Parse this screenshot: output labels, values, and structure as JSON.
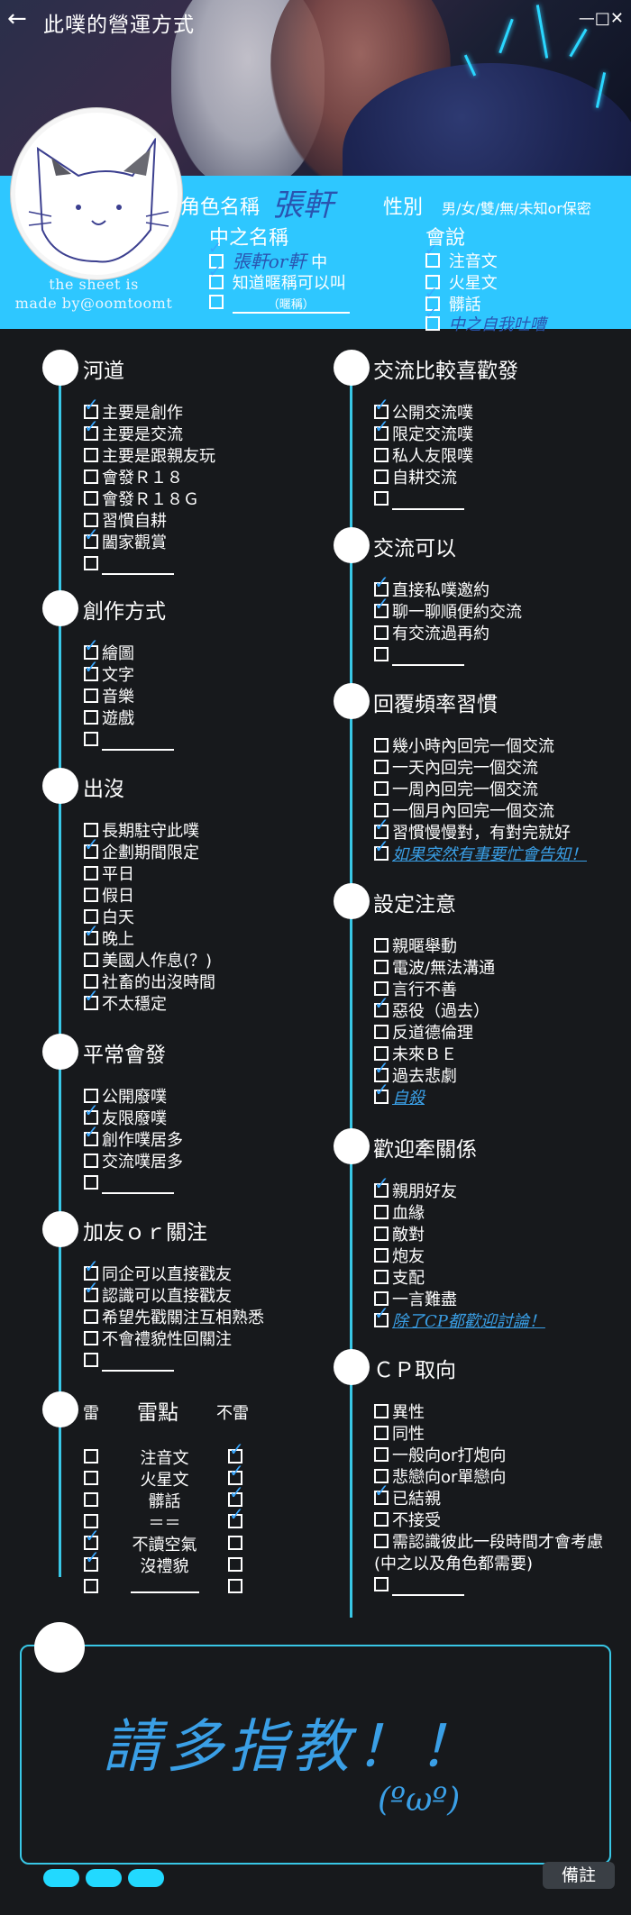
{
  "window": {
    "title": "此噗的營運方式",
    "controls": "—□✕",
    "back": "←"
  },
  "profile": {
    "name_label": "角色名稱",
    "name_value": "張軒",
    "gender_label": "性別",
    "gender_options": "男/女/雙/無/未知or保密",
    "alias_label": "中之名稱",
    "alias_rows": [
      {
        "text": "張軒or軒",
        "suffix": "中",
        "checked": true
      },
      {
        "text": "知道暱稱可以叫",
        "checked": true
      },
      {
        "text": "（暱稱）",
        "checked": false
      }
    ],
    "speak_label": "會說",
    "speak_rows": [
      {
        "text": "注音文",
        "checked": true
      },
      {
        "text": "火星文",
        "checked": false
      },
      {
        "text": "髒話",
        "checked": true
      },
      {
        "text": "中之自我吐嘈",
        "checked": true
      }
    ],
    "credit": [
      "the sheet is",
      "made by@oomtoomt"
    ]
  },
  "sections": {
    "river": {
      "title": "河道",
      "items": [
        {
          "t": "主要是創作",
          "c": true
        },
        {
          "t": "主要是交流",
          "c": true
        },
        {
          "t": "主要是跟親友玩",
          "c": false
        },
        {
          "t": "會發Ｒ１８",
          "c": false
        },
        {
          "t": "會發Ｒ１８Ｇ",
          "c": false
        },
        {
          "t": "習慣自耕",
          "c": false
        },
        {
          "t": "闔家觀賞",
          "c": true
        },
        {
          "t": "",
          "c": false
        }
      ]
    },
    "create": {
      "title": "創作方式",
      "items": [
        {
          "t": "繪圖",
          "c": true
        },
        {
          "t": "文字",
          "c": true
        },
        {
          "t": "音樂",
          "c": false
        },
        {
          "t": "遊戲",
          "c": false
        },
        {
          "t": "",
          "c": false
        }
      ]
    },
    "appear": {
      "title": "出沒",
      "items": [
        {
          "t": "長期駐守此噗",
          "c": false
        },
        {
          "t": "企劃期間限定",
          "c": true
        },
        {
          "t": "平日",
          "c": false
        },
        {
          "t": "假日",
          "c": false
        },
        {
          "t": "白天",
          "c": false
        },
        {
          "t": "晚上",
          "c": true
        },
        {
          "t": "美國人作息(？)",
          "c": false
        },
        {
          "t": "社畜的出沒時間",
          "c": false
        },
        {
          "t": "不太穩定",
          "c": true
        }
      ]
    },
    "usual": {
      "title": "平常會發",
      "items": [
        {
          "t": "公開廢噗",
          "c": false
        },
        {
          "t": "友限廢噗",
          "c": true
        },
        {
          "t": "創作噗居多",
          "c": true
        },
        {
          "t": "交流噗居多",
          "c": false
        },
        {
          "t": "",
          "c": false
        }
      ]
    },
    "follow": {
      "title": "加友ｏｒ關注",
      "items": [
        {
          "t": "同企可以直接戳友",
          "c": true
        },
        {
          "t": "認識可以直接戳友",
          "c": true
        },
        {
          "t": "希望先戳關注互相熟悉",
          "c": false
        },
        {
          "t": "不會禮貌性回關注",
          "c": false
        },
        {
          "t": "",
          "c": false
        }
      ]
    },
    "mine": {
      "left": "雷",
      "title": "雷點",
      "right": "不雷",
      "rows": [
        {
          "t": "注音文",
          "l": false,
          "r": true
        },
        {
          "t": "火星文",
          "l": false,
          "r": true
        },
        {
          "t": "髒話",
          "l": false,
          "r": true
        },
        {
          "t": "＝＝",
          "l": false,
          "r": true
        },
        {
          "t": "不讀空氣",
          "l": true,
          "r": false
        },
        {
          "t": "沒禮貌",
          "l": true,
          "r": false
        },
        {
          "t": "",
          "l": false,
          "r": false
        }
      ]
    },
    "chat_pref": {
      "title": "交流比較喜歡發",
      "items": [
        {
          "t": "公開交流噗",
          "c": true
        },
        {
          "t": "限定交流噗",
          "c": true
        },
        {
          "t": "私人友限噗",
          "c": false
        },
        {
          "t": "自耕交流",
          "c": false
        },
        {
          "t": "",
          "c": false
        }
      ]
    },
    "chat_ok": {
      "title": "交流可以",
      "items": [
        {
          "t": "直接私噗邀約",
          "c": true
        },
        {
          "t": "聊一聊順便約交流",
          "c": true
        },
        {
          "t": "有交流過再約",
          "c": false
        },
        {
          "t": "",
          "c": false
        }
      ]
    },
    "reply": {
      "title": "回覆頻率習慣",
      "items": [
        {
          "t": "幾小時內回完一個交流",
          "c": false
        },
        {
          "t": "一天內回完一個交流",
          "c": false
        },
        {
          "t": "一周內回完一個交流",
          "c": false
        },
        {
          "t": "一個月內回完一個交流",
          "c": false
        },
        {
          "t": "習慣慢慢對，有對完就好",
          "c": true
        },
        {
          "t": "如果突然有事要忙會告知！",
          "c": true,
          "hand": true
        }
      ]
    },
    "setting": {
      "title": "設定注意",
      "items": [
        {
          "t": "親暱舉動",
          "c": false
        },
        {
          "t": "電波/無法溝通",
          "c": false
        },
        {
          "t": "言行不善",
          "c": false
        },
        {
          "t": "惡役（過去）",
          "c": true
        },
        {
          "t": "反道德倫理",
          "c": false
        },
        {
          "t": "未來ＢＥ",
          "c": false
        },
        {
          "t": "過去悲劇",
          "c": true
        },
        {
          "t": "自殺",
          "c": true,
          "hand": true
        }
      ]
    },
    "bond": {
      "title": "歡迎牽關係",
      "items": [
        {
          "t": "親朋好友",
          "c": true
        },
        {
          "t": "血緣",
          "c": false
        },
        {
          "t": "敵對",
          "c": false
        },
        {
          "t": "炮友",
          "c": false
        },
        {
          "t": "支配",
          "c": false
        },
        {
          "t": "一言難盡",
          "c": false
        },
        {
          "t": "除了CP都歡迎討論！",
          "c": true,
          "hand": true
        }
      ]
    },
    "cp": {
      "title": "ＣＰ取向",
      "items": [
        {
          "t": "異性",
          "c": false
        },
        {
          "t": "同性",
          "c": false
        },
        {
          "t": "一般向or打炮向",
          "c": false
        },
        {
          "t": "悲戀向or單戀向",
          "c": false
        },
        {
          "t": "已結親",
          "c": true
        },
        {
          "t": "不接受",
          "c": false
        },
        {
          "t": "需認識彼此一段時間才會考慮",
          "c": false
        },
        {
          "t": "(中之以及角色都需要)",
          "c": false,
          "nobox": true
        },
        {
          "t": "",
          "c": false
        }
      ]
    }
  },
  "footer": {
    "note": "請多指教！！",
    "face": "(ºωº)",
    "remark": "備註"
  },
  "colors": {
    "accent": "#2ec7ff",
    "line": "#39c7e6",
    "check": "#39a8ff",
    "bg": "#17191c"
  }
}
